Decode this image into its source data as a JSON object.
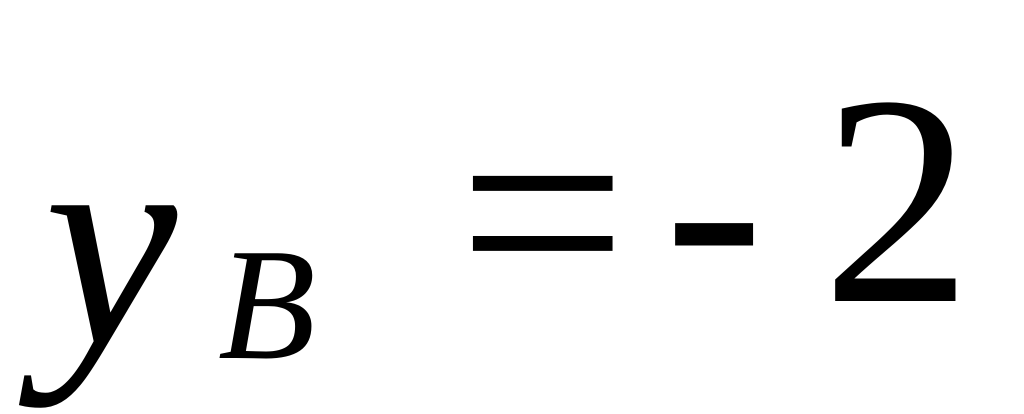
{
  "formula": {
    "variable": "y",
    "subscript": "B",
    "equals": "=",
    "minus": "-",
    "value": "2"
  }
}
